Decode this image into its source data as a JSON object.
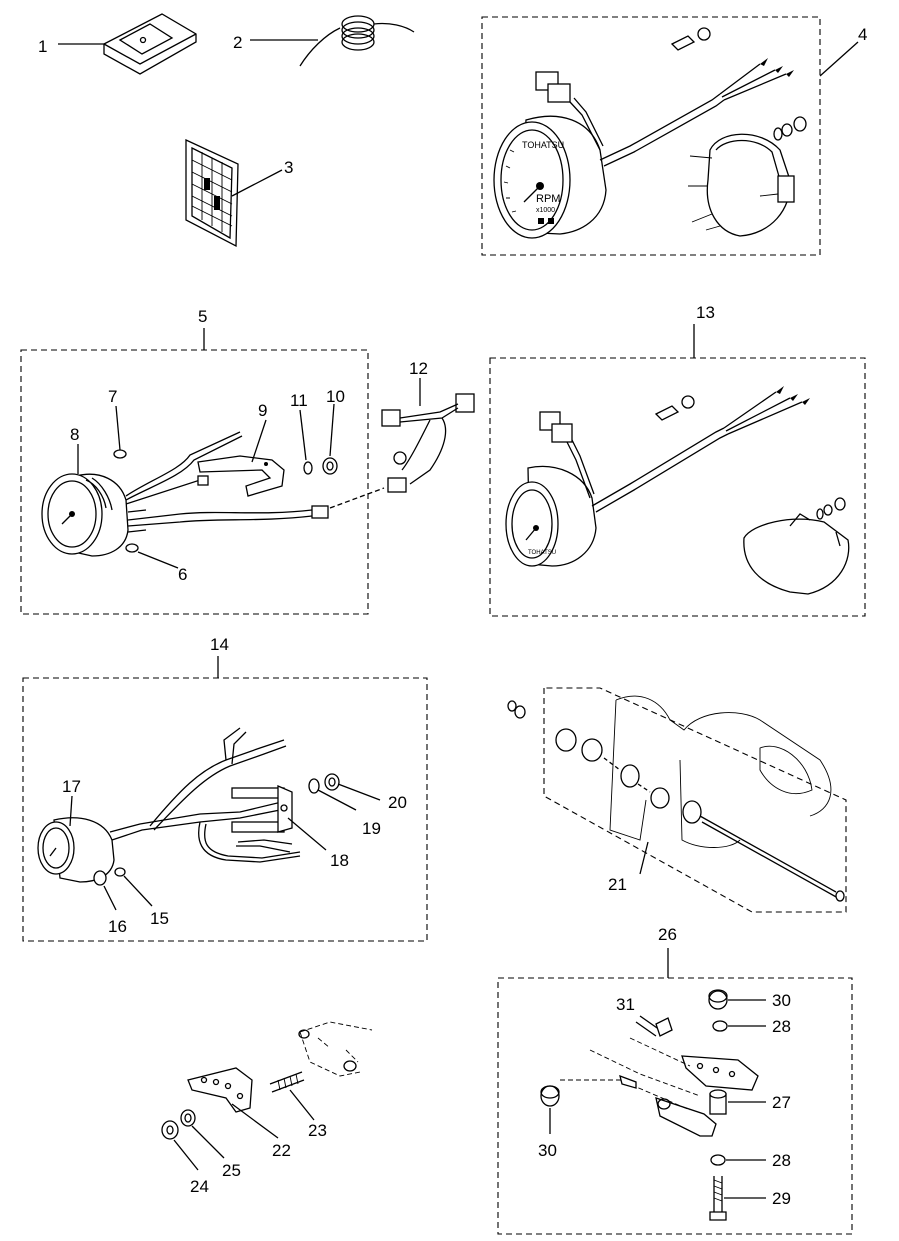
{
  "callouts": {
    "c1": "1",
    "c2": "2",
    "c3": "3",
    "c4": "4",
    "c5": "5",
    "c6": "6",
    "c7": "7",
    "c8": "8",
    "c9": "9",
    "c10": "10",
    "c11": "11",
    "c12": "12",
    "c13": "13",
    "c14": "14",
    "c15": "15",
    "c16": "16",
    "c17": "17",
    "c18": "18",
    "c19": "19",
    "c20": "20",
    "c21": "21",
    "c22": "22",
    "c23": "23",
    "c24": "24",
    "c25": "25",
    "c26": "26",
    "c27": "27",
    "c28a": "28",
    "c28b": "28",
    "c29": "29",
    "c30a": "30",
    "c30b": "30",
    "c31": "31"
  },
  "gauge_text": {
    "brand_large": "TOHATSU",
    "unit_large": "RPM",
    "scale_large": "x1000",
    "brand_small": "TOHATSU"
  },
  "colors": {
    "line": "#000000",
    "background": "#ffffff"
  }
}
